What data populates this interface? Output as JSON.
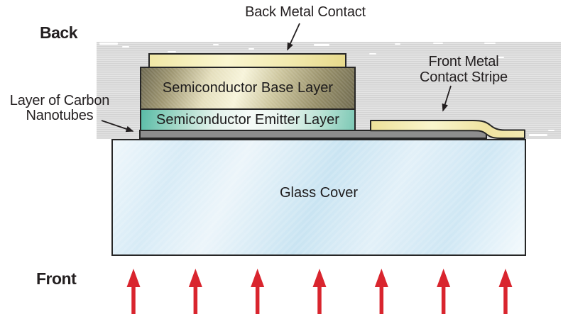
{
  "orientation": {
    "back_label": "Back",
    "front_label": "Front"
  },
  "callouts": {
    "back_metal_contact": {
      "text": "Back Metal Contact"
    },
    "front_metal_contact": {
      "line1": "Front Metal",
      "line2": "Contact Stripe"
    },
    "carbon_nanotubes": {
      "line1": "Layer of Carbon",
      "line2": "Nanotubes"
    }
  },
  "layers": {
    "back_metal_contact": {
      "fill": "#f3ecb0"
    },
    "semiconductor_base": {
      "label": "Semiconductor Base Layer",
      "fill": "#d9d3ae"
    },
    "semiconductor_emitter": {
      "label": "Semiconductor Emitter Layer",
      "fill": "#7fcab8"
    },
    "carbon_nanotube_layer": {
      "fill": "#8e8e8e"
    },
    "front_metal_contact_stripe": {
      "fill": "#f3ecb0"
    },
    "glass_cover": {
      "label": "Glass Cover",
      "fill": "#d6eaf6"
    },
    "substrate_band": {
      "fill": "#dadada"
    }
  },
  "light_arrows": {
    "count": 7,
    "color": "#d9252e"
  },
  "colors": {
    "outline": "#262626",
    "text": "#231f20",
    "leader_line": "#231f20"
  }
}
